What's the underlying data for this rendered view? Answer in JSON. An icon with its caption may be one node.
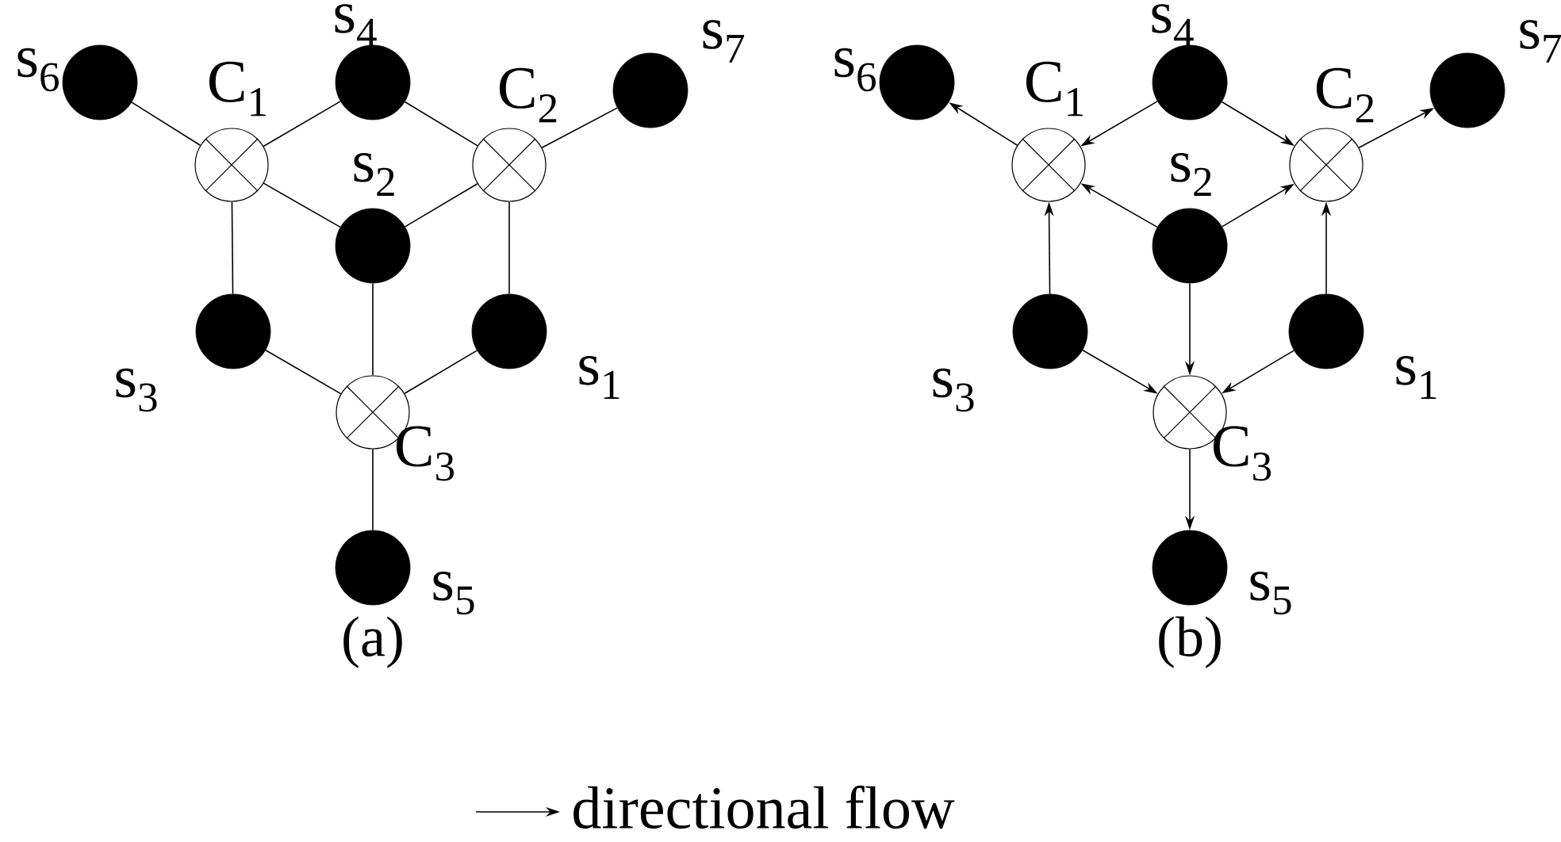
{
  "diagram": {
    "nodes": [
      {
        "text": [],
        "shape": "dot",
        "beside": [
          "s$_{6}$"
        ]
      },
      {
        "text": [],
        "shape": "circle",
        "beside": [
          "C$_{1}$"
        ]
      },
      {
        "text": [],
        "shape": "dot",
        "beside": [
          "s$_{4}$"
        ]
      },
      {
        "text": [],
        "shape": "circle",
        "beside": [
          "C$_{2}$"
        ]
      },
      {
        "text": [],
        "shape": "dot",
        "beside": [
          "s$_{7}$"
        ]
      },
      {
        "text": [],
        "shape": "dot",
        "beside": [
          "s$_{2}$"
        ]
      },
      {
        "text": [],
        "shape": "dot",
        "beside": [
          "s$_{3}$"
        ]
      },
      {
        "text": [],
        "shape": "dot",
        "beside": [
          "s$_{1}$"
        ]
      },
      {
        "text": [],
        "shape": "circle",
        "beside": [
          "C$_{3}$"
        ]
      },
      {
        "text": [],
        "shape": "dot",
        "beside": [
          "s$_{5}$"
        ]
      },
      {
        "text": [],
        "shape": "dot",
        "beside": [
          "s$_{6}$"
        ]
      },
      {
        "text": [],
        "shape": "circle",
        "beside": [
          "C$_{1}$"
        ]
      },
      {
        "text": [],
        "shape": "dot",
        "beside": [
          "s$_{4}$"
        ]
      },
      {
        "text": [],
        "shape": "circle",
        "beside": [
          "C$_{2}$"
        ]
      },
      {
        "text": [],
        "shape": "dot",
        "beside": [
          "s$_{7}$"
        ]
      },
      {
        "text": [],
        "shape": "dot",
        "beside": [
          "s$_{2}$"
        ]
      },
      {
        "text": [],
        "shape": "dot",
        "beside": [
          "s$_{3}$"
        ]
      },
      {
        "text": [],
        "shape": "dot",
        "beside": [
          "s$_{1}$"
        ]
      },
      {
        "text": [],
        "shape": "circle",
        "beside": [
          "C$_{3}$"
        ]
      },
      {
        "text": [],
        "shape": "dot",
        "beside": [
          "s$_{5}$"
        ]
      }
    ],
    "edges": [
      {
        "from": 0,
        "to": 1,
        "arrow": "none"
      },
      {
        "from": 2,
        "to": 1,
        "arrow": "none"
      },
      {
        "from": 2,
        "to": 3,
        "arrow": "none"
      },
      {
        "from": 3,
        "to": 4,
        "arrow": "none"
      },
      {
        "from": 5,
        "to": 1,
        "arrow": "none"
      },
      {
        "from": 5,
        "to": 3,
        "arrow": "none"
      },
      {
        "from": 6,
        "to": 1,
        "arrow": "none"
      },
      {
        "from": 7,
        "to": 3,
        "arrow": "none"
      },
      {
        "from": 6,
        "to": 8,
        "arrow": "none"
      },
      {
        "from": 5,
        "to": 8,
        "arrow": "none"
      },
      {
        "from": 7,
        "to": 8,
        "arrow": "none"
      },
      {
        "from": 8,
        "to": 9,
        "arrow": "none"
      },
      {
        "from": 11,
        "to": 10,
        "arrow": "to"
      },
      {
        "from": 12,
        "to": 11,
        "arrow": "to"
      },
      {
        "from": 12,
        "to": 13,
        "arrow": "to"
      },
      {
        "from": 13,
        "to": 14,
        "arrow": "to"
      },
      {
        "from": 15,
        "to": 11,
        "arrow": "to"
      },
      {
        "from": 15,
        "to": 13,
        "arrow": "to"
      },
      {
        "from": 16,
        "to": 11,
        "arrow": "to"
      },
      {
        "from": 17,
        "to": 13,
        "arrow": "to"
      },
      {
        "from": 16,
        "to": 18,
        "arrow": "to"
      },
      {
        "from": 15,
        "to": 18,
        "arrow": "to"
      },
      {
        "from": 17,
        "to": 18,
        "arrow": "to"
      },
      {
        "from": 18,
        "to": 19,
        "arrow": "to"
      }
    ],
    "labels": [
      "(a)",
      "(b)"
    ],
    "legend": [
      {
        "text": "directional flow"
      }
    ]
  }
}
